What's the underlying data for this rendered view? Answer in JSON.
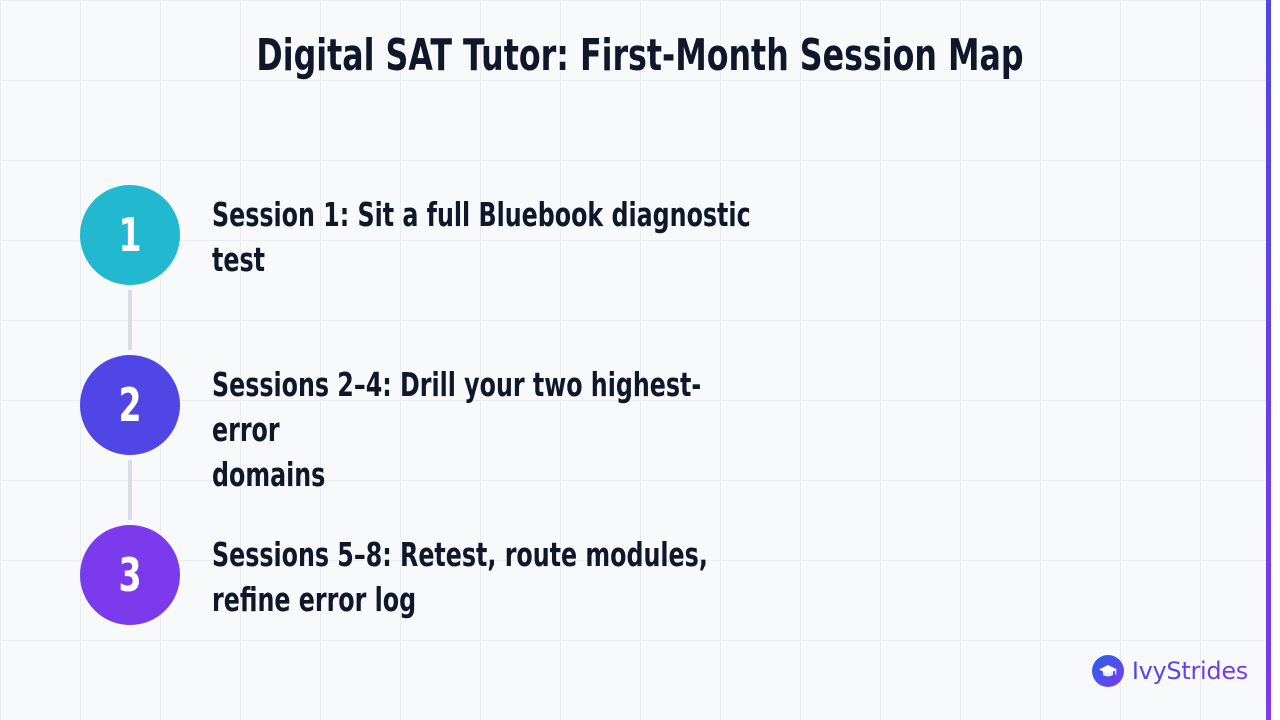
{
  "title": "Digital SAT Tutor: First-Month Session Map",
  "steps": [
    {
      "number": "1",
      "line1": "Session 1: Sit a full Bluebook diagnostic",
      "line2": "test",
      "color": "#22b8cf"
    },
    {
      "number": "2",
      "line1": "Sessions 2–4: Drill your two highest-error",
      "line2": "domains",
      "color": "#4f46e5"
    },
    {
      "number": "3",
      "line1": "Sessions 5–8: Retest, route modules,",
      "line2": "refine error log",
      "color": "#7c3aed"
    }
  ],
  "brand": {
    "name": "IvyStrides",
    "icon": "graduation-cap-icon"
  },
  "colors": {
    "background": "#f8f9fa",
    "grid": "#e9ebee",
    "text": "#0f172a",
    "connector": "#d6dde6",
    "accent_start": "#4f46e5",
    "accent_end": "#7c3aed"
  }
}
